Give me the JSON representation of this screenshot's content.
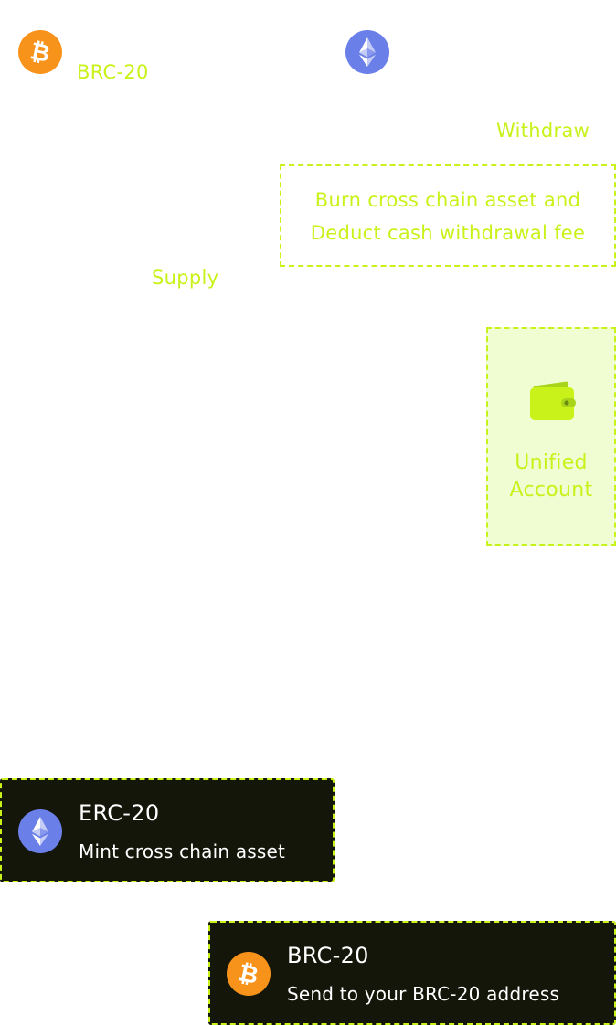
{
  "colors": {
    "accent_green": "#c8f21a",
    "unified_bg": "#f0fcd2",
    "card_bg": "#14160a",
    "bitcoin_orange": "#f7931a",
    "ethereum_blue": "#6b7fe8"
  },
  "top": {
    "bitcoin_icon": "bitcoin-icon",
    "ethereum_icon": "ethereum-icon",
    "brc_label": "BRC-20"
  },
  "flow": {
    "withdraw_label": "Withdraw",
    "supply_label": "Supply",
    "burn_line1": "Burn cross chain asset and",
    "burn_line2": "Deduct cash withdrawal fee"
  },
  "unified_account": {
    "icon": "wallet-icon",
    "line1": "Unified",
    "line2": "Account"
  },
  "cards": {
    "erc": {
      "icon": "ethereum-icon",
      "title": "ERC-20",
      "subtitle": "Mint cross chain asset"
    },
    "brc": {
      "icon": "bitcoin-icon",
      "title": "BRC-20",
      "subtitle": "Send to your BRC-20 address"
    }
  }
}
